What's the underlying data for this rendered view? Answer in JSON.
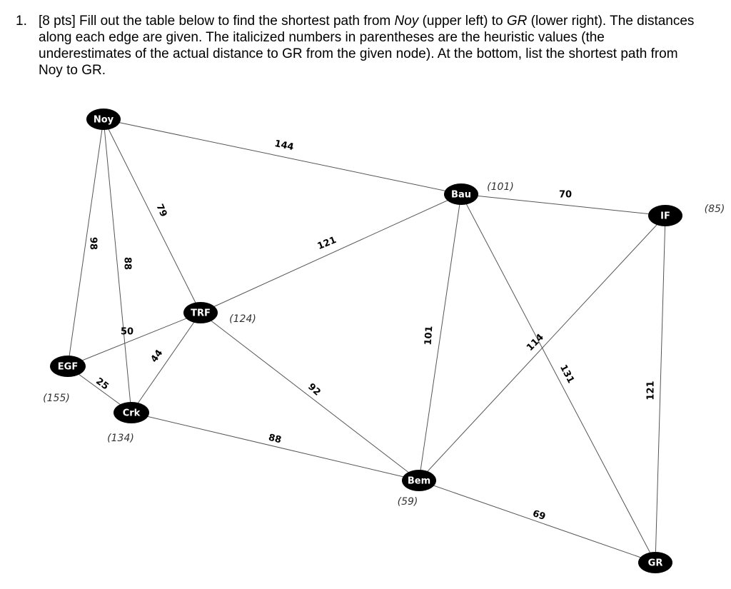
{
  "problem": {
    "number": "1.",
    "points": "[8 pts]",
    "text_1": " Fill out the table below to find the shortest path from ",
    "start_name": "Noy",
    "text_2": " (upper left) to ",
    "goal_name": "GR",
    "text_3": " (lower right).  The distances along each edge are given.  The italicized numbers in parentheses are the heuristic values (the underestimates of the actual distance to GR from the given node).  At the bottom, list the shortest path from Noy to GR."
  },
  "nodes": [
    {
      "id": "Noy",
      "label": "Noy",
      "heuristic": ""
    },
    {
      "id": "Bau",
      "label": "Bau",
      "heuristic": "(101)"
    },
    {
      "id": "IF",
      "label": "IF",
      "heuristic": "(85)"
    },
    {
      "id": "TRF",
      "label": "TRF",
      "heuristic": "(124)"
    },
    {
      "id": "EGF",
      "label": "EGF",
      "heuristic": "(155)"
    },
    {
      "id": "Crk",
      "label": "Crk",
      "heuristic": "(134)"
    },
    {
      "id": "Bem",
      "label": "Bem",
      "heuristic": "(59)"
    },
    {
      "id": "GR",
      "label": "GR",
      "heuristic": ""
    }
  ],
  "edges": [
    {
      "from": "Noy",
      "to": "Bau",
      "weight": "144"
    },
    {
      "from": "Noy",
      "to": "TRF",
      "weight": "79"
    },
    {
      "from": "Noy",
      "to": "EGF",
      "weight": "98"
    },
    {
      "from": "Noy",
      "to": "Crk",
      "weight": "88"
    },
    {
      "from": "Bau",
      "to": "IF",
      "weight": "70"
    },
    {
      "from": "Bau",
      "to": "TRF",
      "weight": "121"
    },
    {
      "from": "Bau",
      "to": "Bem",
      "weight": "101"
    },
    {
      "from": "Bau",
      "to": "GR",
      "weight": "131"
    },
    {
      "from": "IF",
      "to": "Bem",
      "weight": "114"
    },
    {
      "from": "IF",
      "to": "GR",
      "weight": "121"
    },
    {
      "from": "TRF",
      "to": "EGF",
      "weight": "50"
    },
    {
      "from": "TRF",
      "to": "Crk",
      "weight": "44"
    },
    {
      "from": "TRF",
      "to": "Bem",
      "weight": "92"
    },
    {
      "from": "EGF",
      "to": "Crk",
      "weight": "25"
    },
    {
      "from": "Crk",
      "to": "Bem",
      "weight": "88"
    },
    {
      "from": "Bem",
      "to": "GR",
      "weight": "69"
    }
  ]
}
